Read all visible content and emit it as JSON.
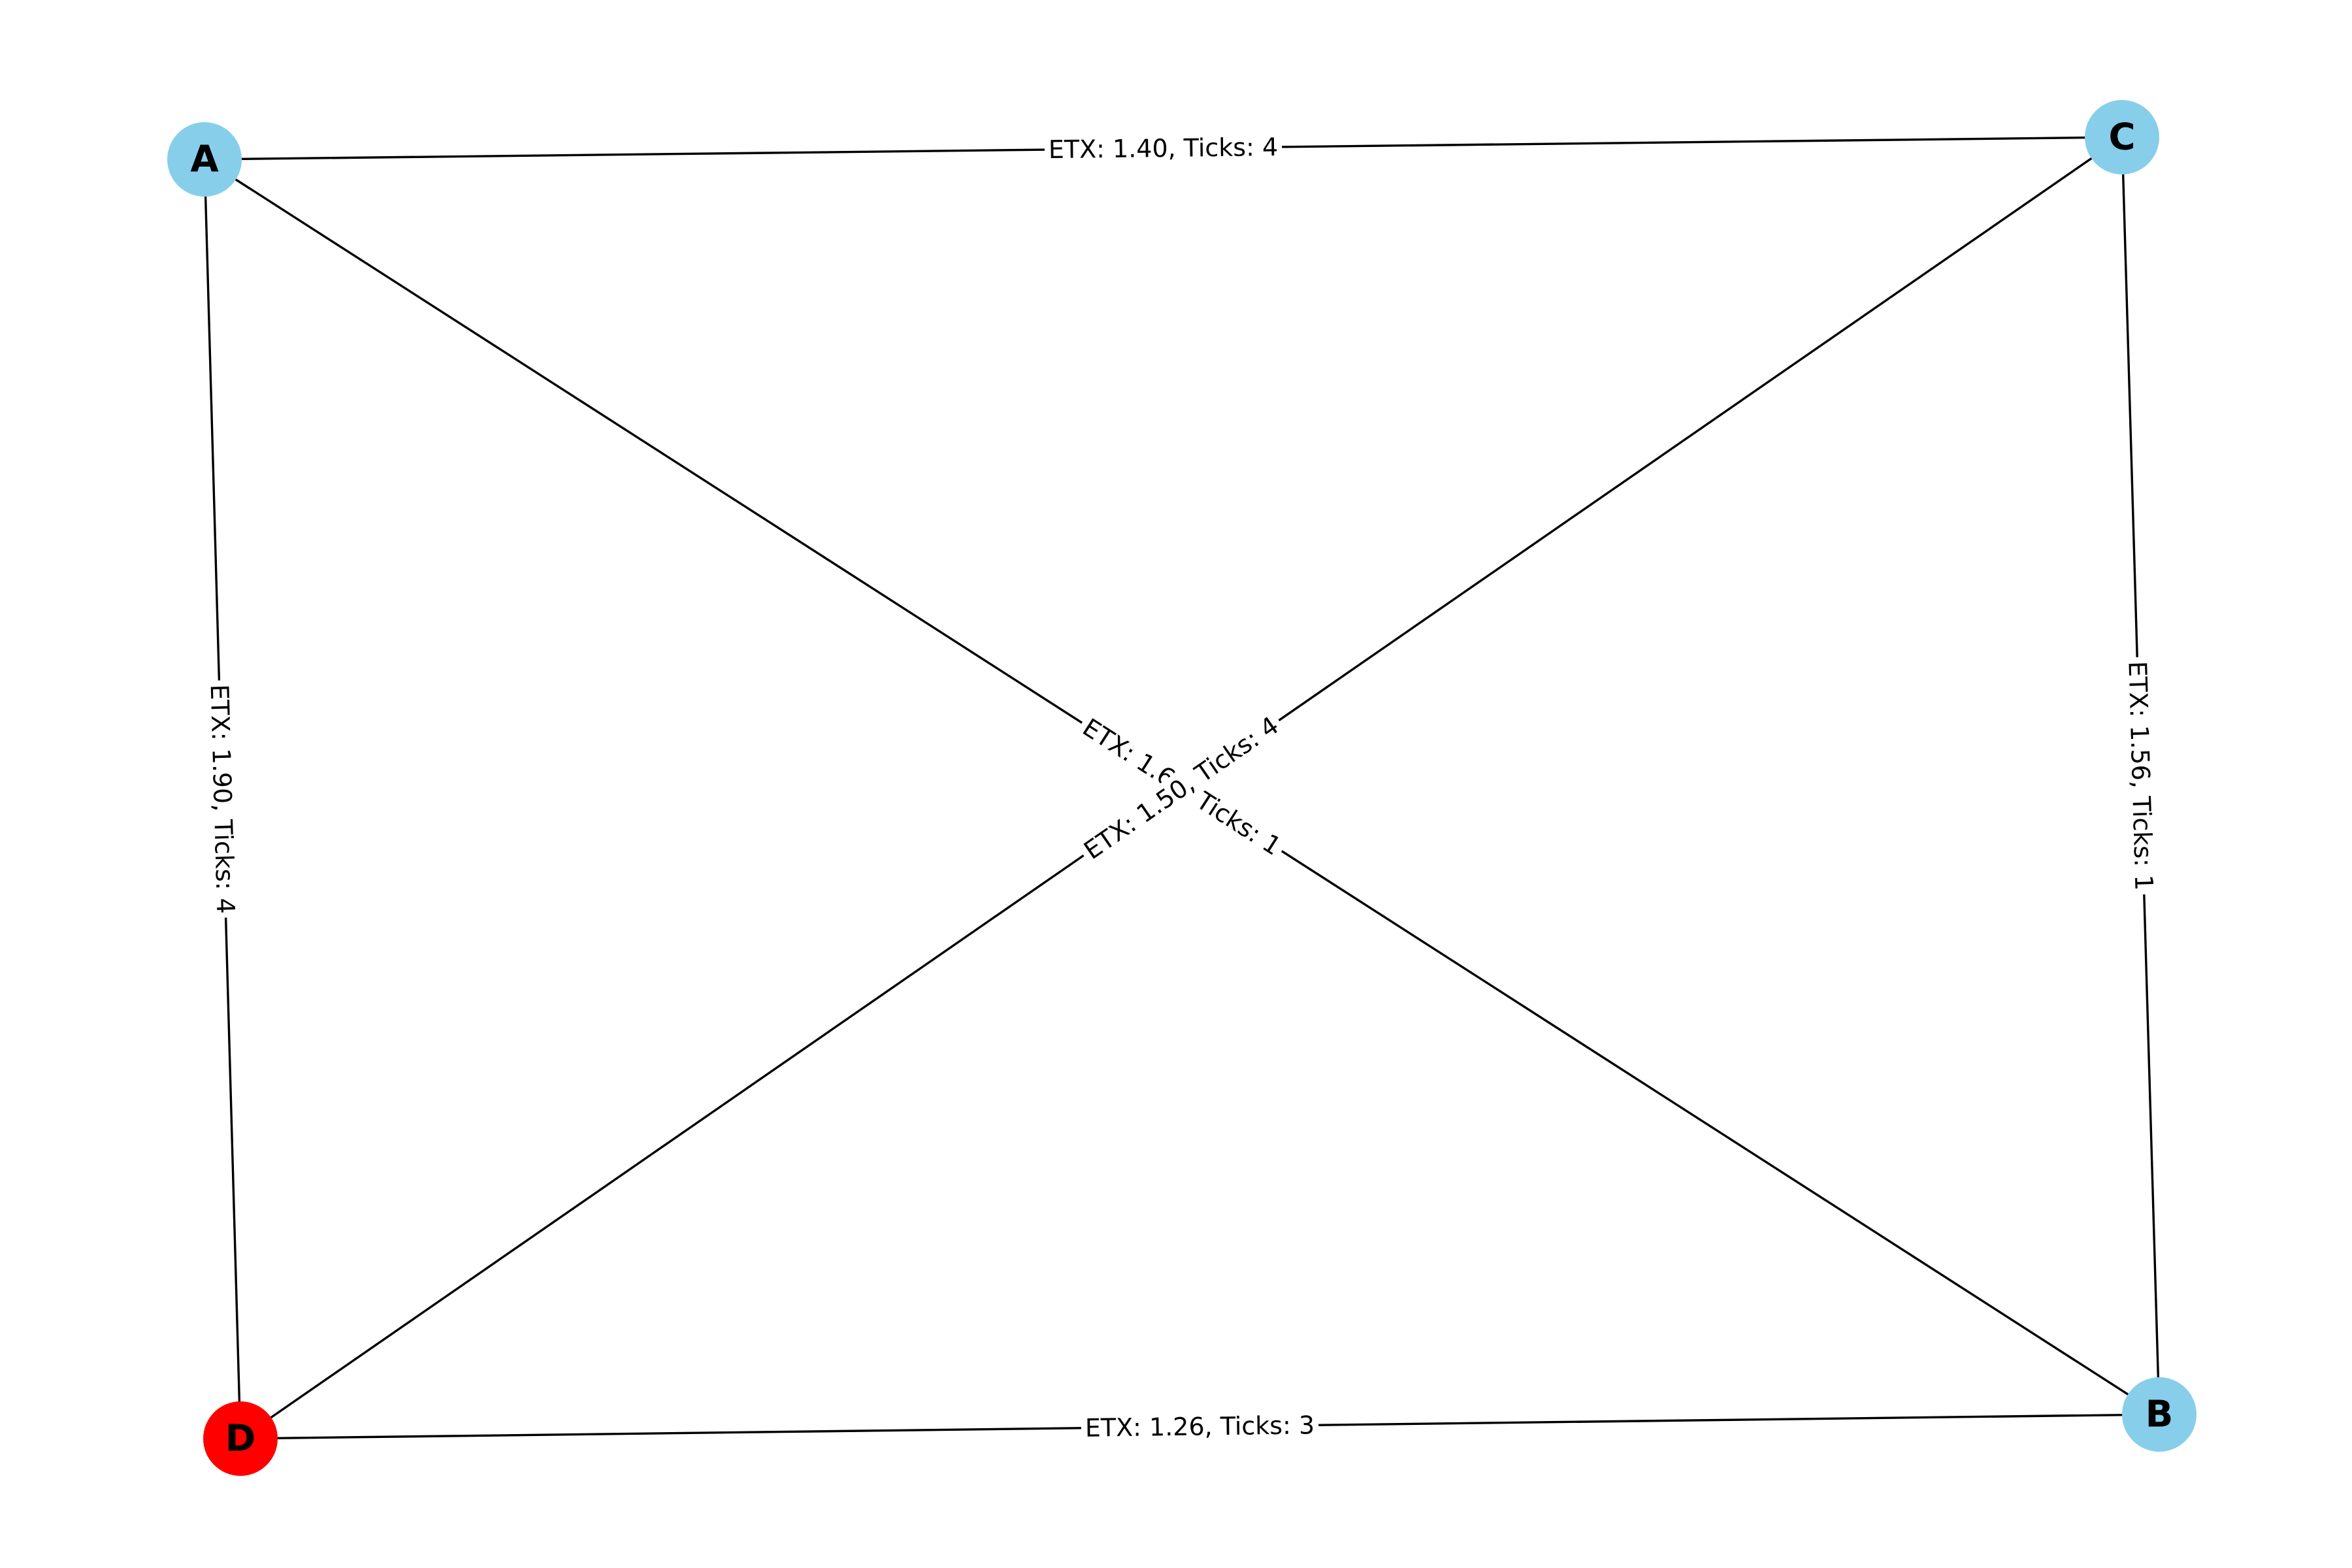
{
  "graph": {
    "nodes": [
      {
        "id": "A",
        "label": "A",
        "color": "#87ceeb"
      },
      {
        "id": "C",
        "label": "C",
        "color": "#87ceeb"
      },
      {
        "id": "B",
        "label": "B",
        "color": "#87ceeb"
      },
      {
        "id": "D",
        "label": "D",
        "color": "#ff0000"
      }
    ],
    "edges": [
      {
        "source": "A",
        "target": "C",
        "label": "ETX: 1.40, Ticks: 4"
      },
      {
        "source": "A",
        "target": "D",
        "label": "ETX: 1.90, Ticks: 4"
      },
      {
        "source": "C",
        "target": "B",
        "label": "ETX: 1.56, Ticks: 1"
      },
      {
        "source": "D",
        "target": "B",
        "label": "ETX: 1.26, Ticks: 3"
      },
      {
        "source": "A",
        "target": "B",
        "label": "ETX: 1.60, Ticks: 1"
      },
      {
        "source": "D",
        "target": "C",
        "label": "ETX: 1.50, Ticks: 4"
      }
    ]
  }
}
